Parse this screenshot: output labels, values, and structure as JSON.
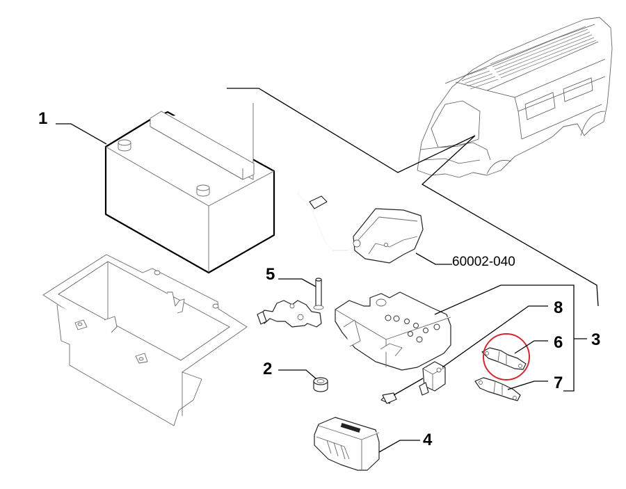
{
  "diagram": {
    "title": "Battery and electrical components exploded view",
    "callouts": [
      {
        "id": "1",
        "label": "1",
        "part": "battery"
      },
      {
        "id": "2",
        "label": "2",
        "part": "terminal-nut"
      },
      {
        "id": "3",
        "label": "3",
        "part": "fuse-box-assembly"
      },
      {
        "id": "4",
        "label": "4",
        "part": "control-module"
      },
      {
        "id": "5",
        "label": "5",
        "part": "battery-terminal-clamp"
      },
      {
        "id": "6",
        "label": "6",
        "part": "mega-fuse"
      },
      {
        "id": "7",
        "label": "7",
        "part": "mega-fuse"
      },
      {
        "id": "8",
        "label": "8",
        "part": "sensor-connector"
      }
    ],
    "reference_label": "60002-040",
    "reference_part": "battery-sensor-module",
    "highlight": {
      "target": "6",
      "color": "#d0282e"
    },
    "vehicle": "van-body-shell"
  }
}
